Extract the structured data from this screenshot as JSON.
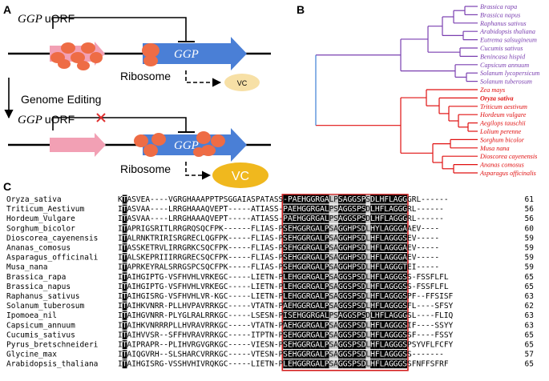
{
  "panels": {
    "a": "A",
    "b": "B",
    "c": "C"
  },
  "panel_a": {
    "top": {
      "uorf": "uORF",
      "gene_italic": "GGP",
      "gene_box": "GGP",
      "ribosome": "Ribosome",
      "vc": "VC"
    },
    "editing": "Genome Editing",
    "bottom": {
      "uorf": "uORF",
      "gene_italic": "GGP",
      "gene_box": "GGP",
      "ribosome": "Ribosome",
      "vc": "VC"
    },
    "colors": {
      "arrow": "#4a7fd6",
      "uorf": "#f2a0b4",
      "ribosome": "#ee6c45",
      "vc_small": "#f7e0a6",
      "vc_big": "#f0b81e",
      "cross": "#e03030"
    }
  },
  "tree": {
    "dicots": [
      "Brassica rapa",
      "Brassica napus",
      "Raphanus sativus",
      "Arabidopsis thaliana",
      "Eutrema salsugineum",
      "Cucumis sativus",
      "Benincasa hispid",
      "Capsicum annuum",
      "Solanum lycopersicum",
      "Solanum tuberosum"
    ],
    "monocots": [
      "Zea mays",
      "Oryza sativa",
      "Triticum aestivum",
      "Hordeum vulgare",
      "Aegilops tauschii",
      "Lolium perenne",
      "Sorghum bicolor",
      "Musa nana",
      "Dioscorea cayenensis",
      "Ananas comosus",
      "Asparagus officinalis"
    ],
    "colors": {
      "dicot": "#7a3fb0",
      "monocot": "#e01010",
      "root": "#3d7fd6"
    }
  },
  "alignment": {
    "rows": [
      {
        "name": "Oryza_sativa",
        "seq": "KTASVEA----VGRGHAAAPPTPSGGAIASPATASS-PAEHGGRGALPSAGGSPSDLHFLAGGGRL------",
        "end": "61"
      },
      {
        "name": "Triticum_Aestivum",
        "seq": "ITASVAA----LRRGHAAAQVEPT-----ATIASS-PAEHGGRGALPSAGGSPSDLHFLAGGGRL------",
        "end": "56"
      },
      {
        "name": "Hordeum_Vulgare",
        "seq": "ITASVAA----LRRGHAAAQVEPT-----ATIASS-PAEHGGRGALPSAGGSPSDLHFLAGGGRL------",
        "end": "56"
      },
      {
        "name": "Sorghum_bicolor",
        "seq": "ITAPRIGSRITLRRGRQSQCFPK------FLIAS-PSEHGGRGALPSAGGHPSDLHYLAGGGAAEV----",
        "end": "60"
      },
      {
        "name": "Dioscorea_cayenensis",
        "seq": "ITALRNKTRIRISRGRECLQGFPK-----FLIAS-PSEHGGRGALPSAGGHPSDLHFLAGGGSEV-----",
        "end": "59"
      },
      {
        "name": "Ananas_comosus",
        "seq": "ITASSKETRVLIRRGRKCSQCFPK-----FLIAS-PSEHGGRGALPSAGGHPSDLHFLAGGGAEV-----",
        "end": "59"
      },
      {
        "name": "Asparagus_officinali",
        "seq": "ITALSKEPRIIIRRGRECSQCFPK-----FLIAS-PSEHGGRGALPSAGGHPSDLHFLAGGGAEV-----",
        "end": "59"
      },
      {
        "name": "Musa_nana",
        "seq": "ITAPRKEYRALSRRGSPCSQCFPK-----FLIAS-PSEHGGRGALPSAGGHPSDLHFLAGGGTEI-----",
        "end": "59"
      },
      {
        "name": "Brassica_rapa",
        "seq": "ITAIHGIPTG-VSFHVHLVRKEGC-----LIETN-PLEHGGRGALPSAGGSPSDLHFLAGGGSS-FSSFLFL",
        "end": "65"
      },
      {
        "name": "Brassica_napus",
        "seq": "ITAIHGIPTG-VSFHVHLVRKEGC-----LIETN-PLEHGGRGALPSAGGSPSDLHFLAGGGSS-FSSFLFL",
        "end": "65"
      },
      {
        "name": "Raphanus_sativus",
        "seq": "ITAIHGISRG-VSFHVHLVR-KGC-----LIETN-PLEHGGRGALPSAGGSPSDLHFLAGGGSPF--FFSISF",
        "end": "63"
      },
      {
        "name": "Solanum_tuberosum",
        "seq": "ITAIHKVNRR-PLLHVPAVRRKGC-----VTATN-PAEHGGRGALPSAGGSPSDLHFLAGGGSFL----SFSY",
        "end": "62"
      },
      {
        "name": "Ipomoea_nil",
        "seq": "ITAIHGVNRR-PLYGLRALRRKGC-----LSESN-PISEHGGRGALPSAGGSPSDLHFLAGGGSL----FLIQ",
        "end": "63"
      },
      {
        "name": "Capsicum_annuum",
        "seq": "ITAIHKVNRRRPLLHVRAVRRKGC-----VTATN-PAEHGGRGALPSAGGSPSDLHFLAGGGSIF----SSYY",
        "end": "63"
      },
      {
        "name": "Cucumis_sativus",
        "seq": "ITAIHVVSR--SFFHVRAVRRKGC-----ITPTN-PSEHGGRGALPSAGGSPSDLHFLAGGGSSF----FSSY",
        "end": "65"
      },
      {
        "name": "Pyrus_bretschneideri",
        "seq": "ITAIPRAPR--PLIHVRGVGRKGC-----VIESN-PSEHGGRGALPSAGGSPSDLHFLAGGGSPSYVFLFCFY",
        "end": "65"
      },
      {
        "name": "Glycine_max",
        "seq": "ITAIQGVRH--SLSHARCVRRKGC-----VTESN-PSEHGGRGALPSAGGSPSDLHFLAGGGSS-------",
        "end": "57"
      },
      {
        "name": "Arabidopsis_thaliana",
        "seq": "ITAIHGISRG-VSSHVHIVRQKGC-----LIETN-PLEHGGRGALPSAGGSPSDLHFLAGGGSSFNFFSFRF",
        "end": "65"
      }
    ]
  }
}
